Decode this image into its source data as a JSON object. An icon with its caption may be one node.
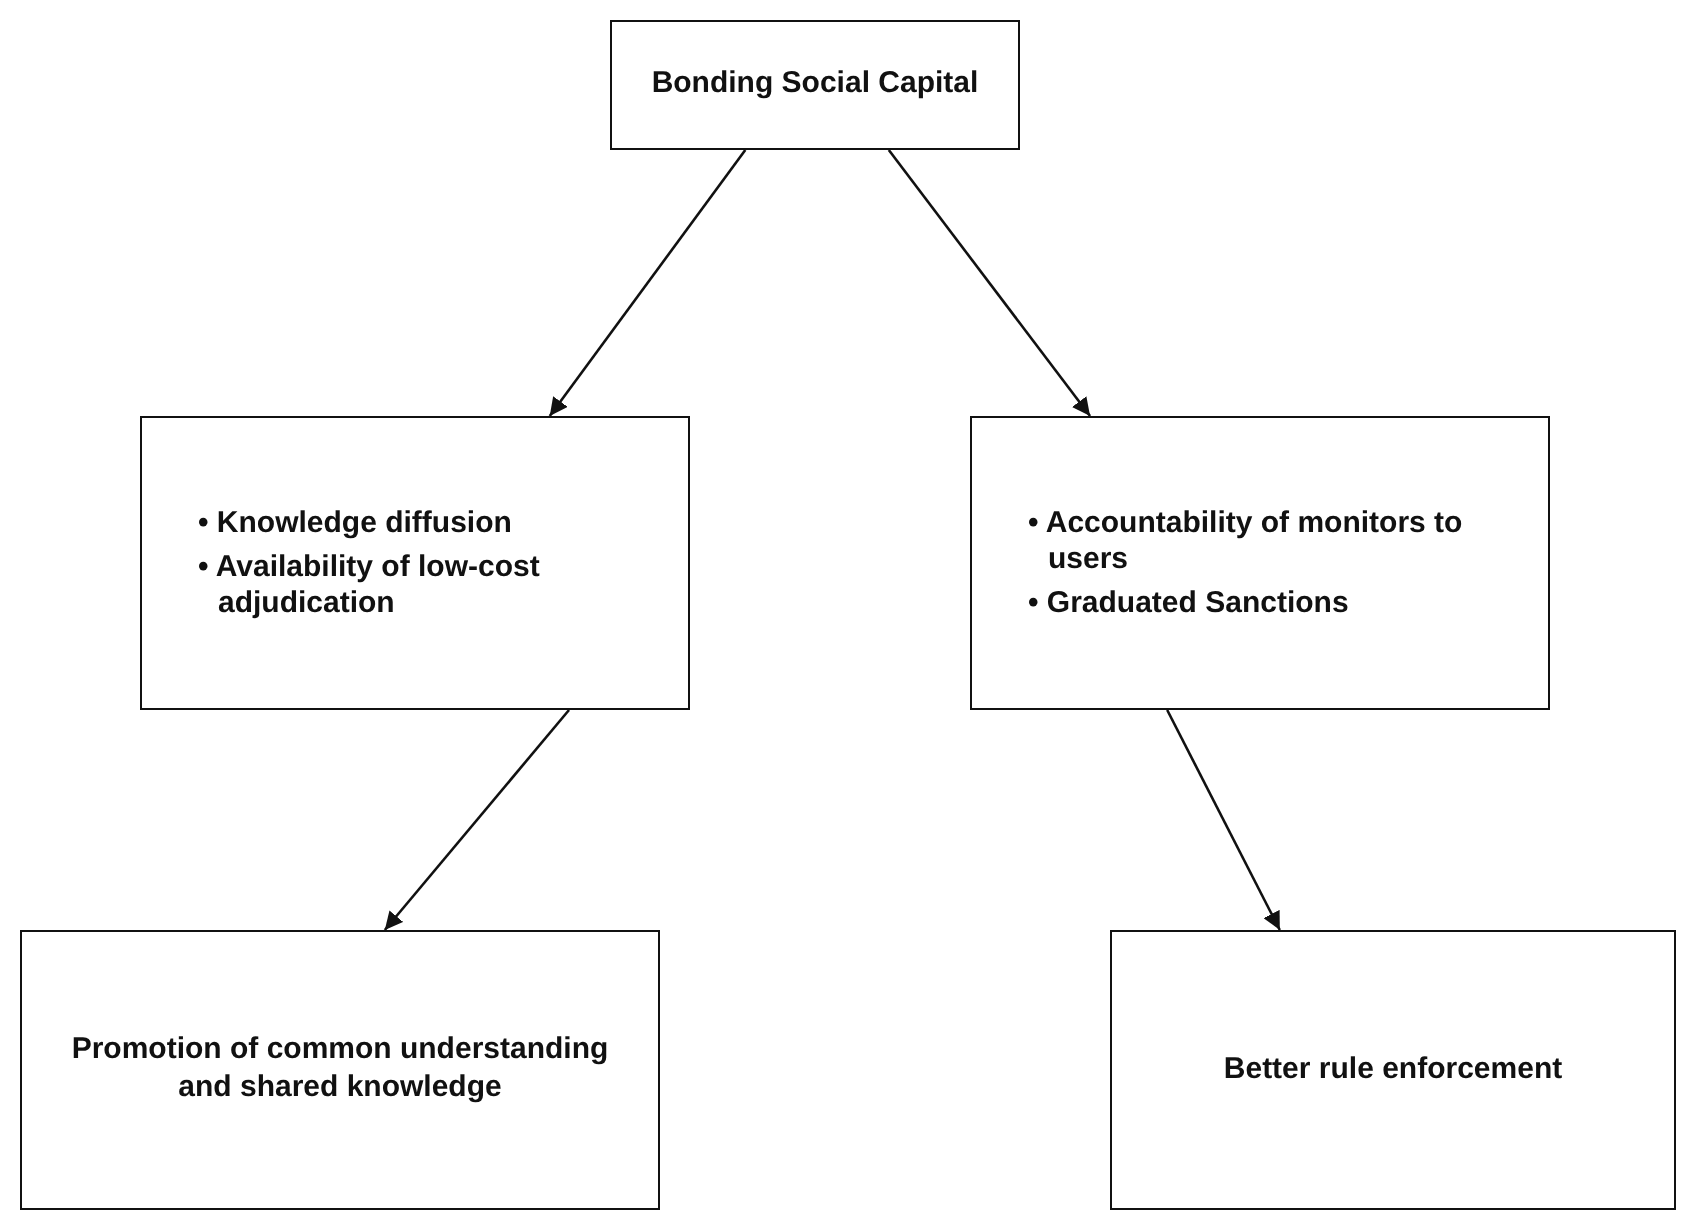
{
  "diagram": {
    "nodes": [
      {
        "text": [
          "Bonding Social Capital"
        ]
      },
      {
        "text": [
          "• Knowledge diffusion",
          "• Availability of low-cost adjudication"
        ]
      },
      {
        "text": [
          "• Accountability of monitors to users",
          "• Graduated Sanctions"
        ]
      },
      {
        "text": [
          "Promotion of common understanding and shared knowledge"
        ]
      },
      {
        "text": [
          "Better rule enforcement"
        ]
      }
    ],
    "edges": [
      {
        "from": 0,
        "to": 1,
        "arrow": "to"
      },
      {
        "from": 0,
        "to": 2,
        "arrow": "to"
      },
      {
        "from": 1,
        "to": 3,
        "arrow": "to"
      },
      {
        "from": 2,
        "to": 4,
        "arrow": "to"
      }
    ]
  }
}
